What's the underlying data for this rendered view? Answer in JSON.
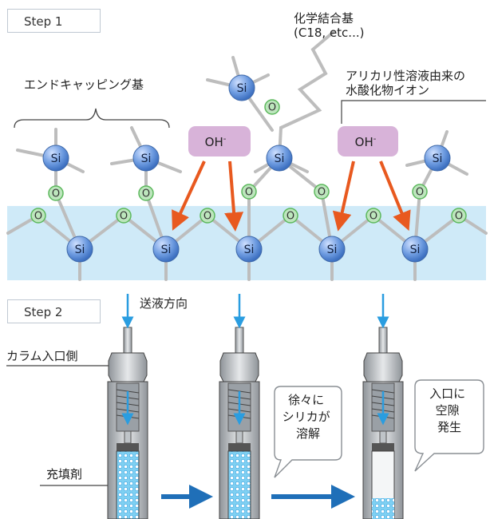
{
  "step1": {
    "label": "Step 1",
    "chemical_group_label_line1": "化学結合基",
    "chemical_group_label_line2": "(C18, etc...)",
    "endcapping_label": "エンドキャッピング基",
    "hydroxide_label_line1": "アリカリ性溶液由来の",
    "hydroxide_label_line2": "水酸化物イオン",
    "silicon_symbol": "Si",
    "oxygen_symbol": "O",
    "hydroxide_symbol": "OH",
    "hydroxide_charge": "-",
    "colors": {
      "si": "#5b8fd6",
      "o": "#8bd08b",
      "arrow": "#e8591f",
      "ion": "#d8b3d9",
      "band": "#cfeaf8",
      "bond": "#bdbdbd"
    }
  },
  "step2": {
    "label": "Step 2",
    "flow_label": "送液方向",
    "column_inlet_label": "カラム入口側",
    "packing_label": "充填剤",
    "callout1_lines": [
      "徐々に",
      "シリカが",
      "溶解"
    ],
    "callout2_lines": [
      "入口に",
      "空隙",
      "発生"
    ],
    "colors": {
      "flow": "#2a9de0",
      "packing": "#7fd0f2",
      "arrow": "#1f6fb8"
    }
  }
}
